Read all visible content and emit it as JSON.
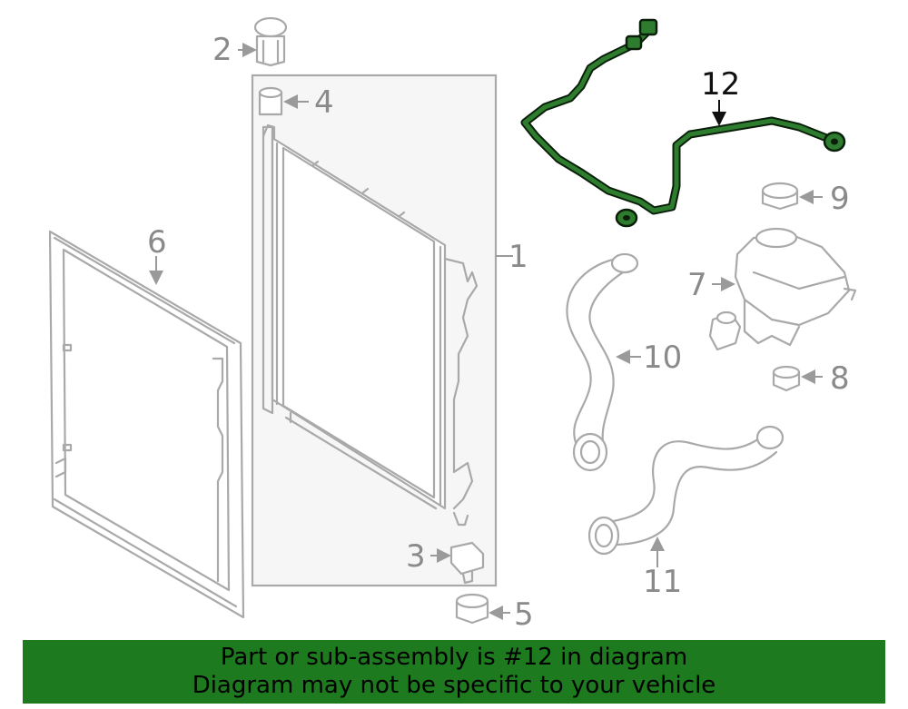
{
  "colors": {
    "highlight": "#2e7d2e",
    "highlight_dark": "#0a1f0a",
    "part_lines": "#a9a9a9",
    "banner_bg": "#1e7a1e"
  },
  "callouts": [
    {
      "id": "1",
      "text": "1"
    },
    {
      "id": "2",
      "text": "2"
    },
    {
      "id": "3",
      "text": "3"
    },
    {
      "id": "4",
      "text": "4"
    },
    {
      "id": "5",
      "text": "5"
    },
    {
      "id": "6",
      "text": "6"
    },
    {
      "id": "7",
      "text": "7"
    },
    {
      "id": "8",
      "text": "8"
    },
    {
      "id": "9",
      "text": "9"
    },
    {
      "id": "10",
      "text": "10"
    },
    {
      "id": "11",
      "text": "11"
    },
    {
      "id": "12",
      "text": "12",
      "highlighted": true
    }
  ],
  "banner": {
    "line1": "Part or sub-assembly is #12 in diagram",
    "line2": "Diagram may not be specific to your vehicle"
  }
}
